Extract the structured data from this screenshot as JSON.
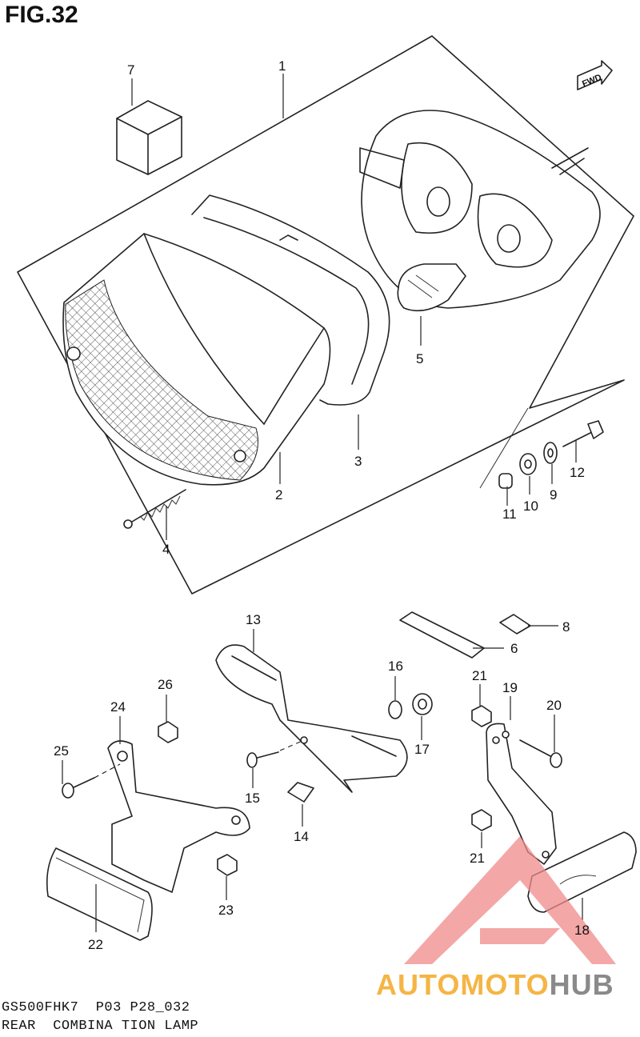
{
  "figure": {
    "title": "FIG.32"
  },
  "fwd_label": "FWD",
  "callouts": [
    "1",
    "2",
    "3",
    "4",
    "5",
    "6",
    "7",
    "8",
    "9",
    "10",
    "11",
    "12",
    "13",
    "14",
    "15",
    "16",
    "17",
    "18",
    "19",
    "20",
    "21",
    "21",
    "22",
    "23",
    "24",
    "25",
    "26"
  ],
  "footer": {
    "model": "GS500FHK7  P03 P28_032",
    "description": "REAR  COMBINA TION LAMP"
  },
  "watermark": {
    "brand_part1": "AUTOMOTO",
    "brand_part2": "HUB",
    "color_primary": "#f5b544",
    "color_secondary": "#8a8a8a",
    "logo_color": "#f08a8a"
  }
}
